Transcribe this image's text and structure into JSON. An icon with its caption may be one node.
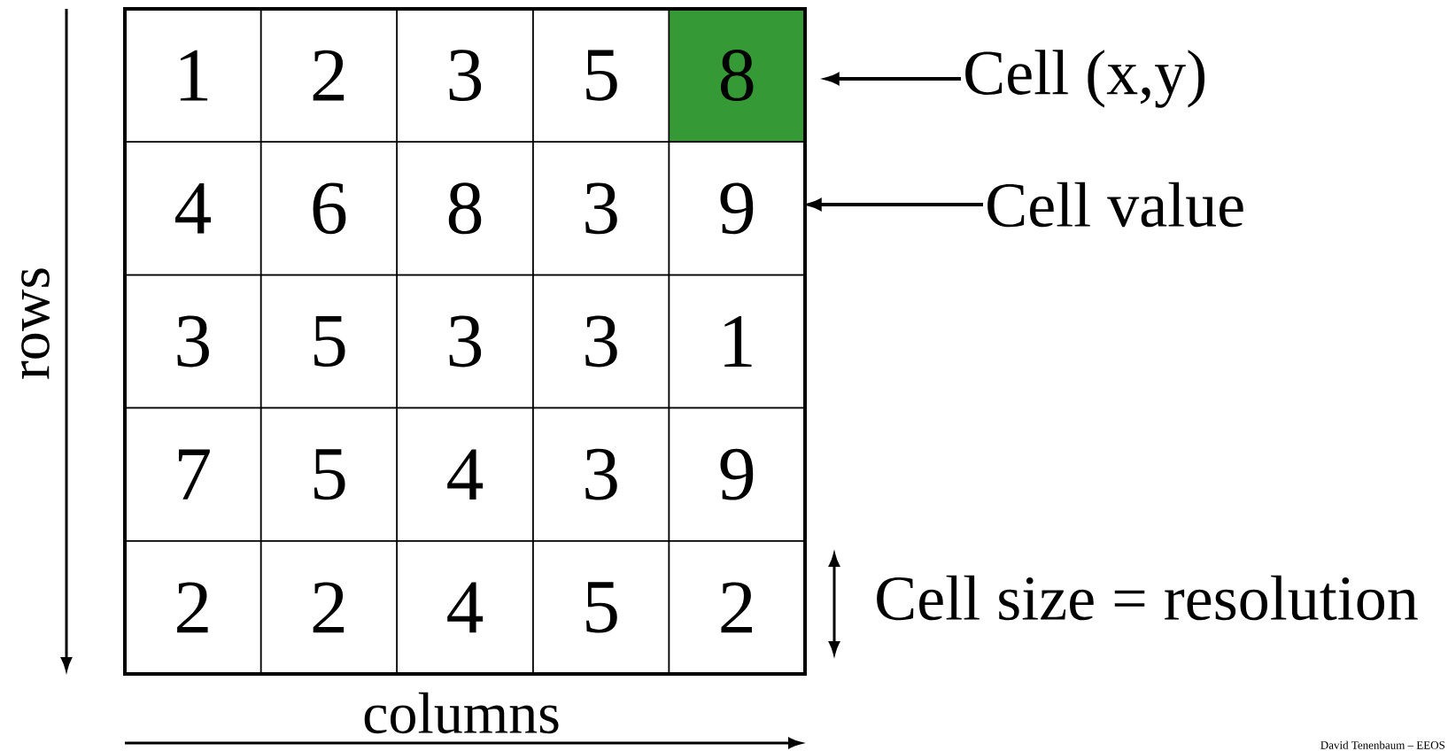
{
  "diagram": {
    "nodes": [
      {
        "text": [
          "1"
        ]
      },
      {
        "text": [
          "2"
        ]
      },
      {
        "text": [
          "3"
        ]
      },
      {
        "text": [
          "5"
        ]
      },
      {
        "text": [
          "8"
        ]
      },
      {
        "text": [
          "4"
        ]
      },
      {
        "text": [
          "6"
        ]
      },
      {
        "text": [
          "8"
        ]
      },
      {
        "text": [
          "3"
        ]
      },
      {
        "text": [
          "9"
        ]
      },
      {
        "text": [
          "3"
        ]
      },
      {
        "text": [
          "5"
        ]
      },
      {
        "text": [
          "3"
        ]
      },
      {
        "text": [
          "3"
        ]
      },
      {
        "text": [
          "1"
        ]
      },
      {
        "text": [
          "7"
        ]
      },
      {
        "text": [
          "5"
        ]
      },
      {
        "text": [
          "4"
        ]
      },
      {
        "text": [
          "3"
        ]
      },
      {
        "text": [
          "9"
        ]
      },
      {
        "text": [
          "2"
        ]
      },
      {
        "text": [
          "2"
        ]
      },
      {
        "text": [
          "4"
        ]
      },
      {
        "text": [
          "5"
        ]
      },
      {
        "text": [
          "2"
        ]
      },
      {
        "text": [
          "Cell (x,y)"
        ]
      },
      {
        "text": [
          "Cell value"
        ]
      },
      {
        "text": [
          "Cell size = resolution"
        ]
      }
    ],
    "edges": [
      {
        "from": 25,
        "to": 4,
        "arrow": "to"
      },
      {
        "from": 26,
        "to": 9,
        "arrow": "to"
      }
    ],
    "labels": [
      "rows",
      "columns",
      "David Tenenbaum – EEOS"
    ]
  }
}
